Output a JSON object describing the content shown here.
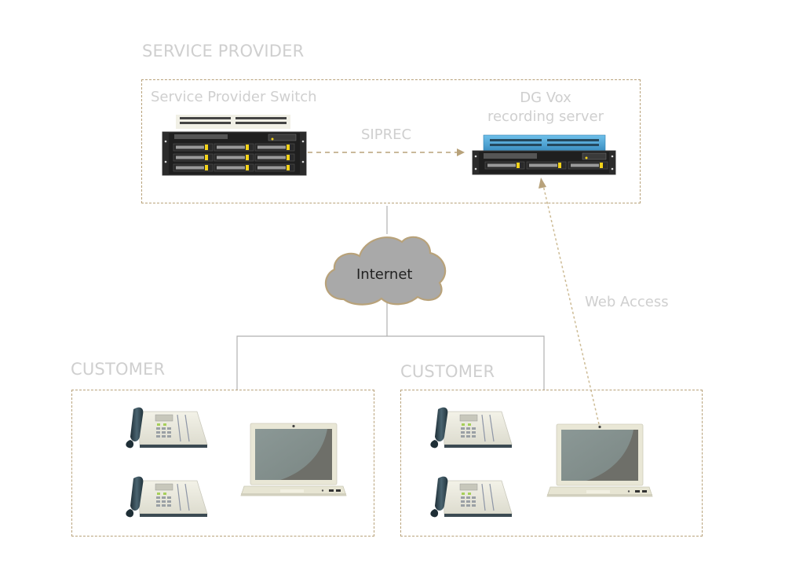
{
  "service_provider": {
    "title": "SERVICE PROVIDER",
    "switch_label": "Service Provider Switch",
    "recorder_label_line1": "DG Vox",
    "recorder_label_line2": "recording server",
    "link_label": "SIPREC"
  },
  "network": {
    "cloud_label": "Internet"
  },
  "web_access_label": "Web Access",
  "customers": [
    {
      "title": "CUSTOMER",
      "devices": [
        "desk-phone",
        "desk-phone",
        "laptop"
      ]
    },
    {
      "title": "CUSTOMER",
      "devices": [
        "desk-phone",
        "desk-phone",
        "laptop"
      ]
    }
  ],
  "colors": {
    "dashed_border": "#b8a27a",
    "label_gray": "#cfcfcf",
    "cloud_fill": "#a9a9a9",
    "cloud_stroke": "#b8a27a",
    "line_gray": "#b0b0b0",
    "server_blue": "#4aa3d6"
  }
}
